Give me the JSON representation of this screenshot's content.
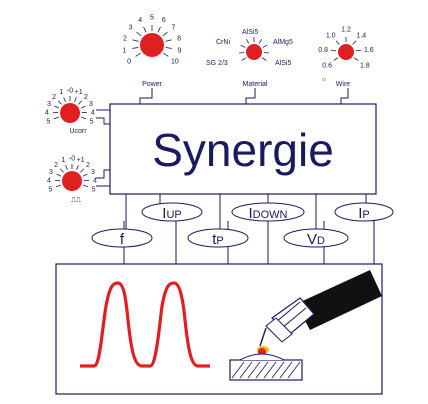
{
  "colors": {
    "ink": "#1a1a60",
    "knob": "#e02020",
    "wave": "#e02020"
  },
  "title": "Synergie",
  "knobs": {
    "power": {
      "ticks": [
        "0",
        "1",
        "2",
        "3",
        "4",
        "5",
        "6",
        "7",
        "8",
        "9",
        "10"
      ],
      "caption": "Power"
    },
    "material": {
      "labels": [
        "CrNi",
        "AlSi5",
        "AlMg5",
        "AlSi5",
        "SG 2/3"
      ],
      "caption": "Material"
    },
    "wire": {
      "ticks": [
        "0.6",
        "0.8",
        "1.0",
        "1.2",
        "1.4",
        "1.6",
        "1.8"
      ],
      "caption": "Wire",
      "symbol": "☼"
    },
    "ucorr": {
      "ticks": [
        "5",
        "4",
        "3",
        "2",
        "1",
        "-0",
        "+1",
        "2",
        "3",
        "4",
        "5"
      ],
      "caption": "Ucorr"
    },
    "pulse": {
      "ticks": [
        "5",
        "4",
        "3",
        "2",
        "1",
        "-0",
        "+1",
        "2",
        "3",
        "4",
        "5"
      ],
      "caption": "⎍⎍"
    }
  },
  "params": [
    {
      "main": "f",
      "sub": ""
    },
    {
      "main": "I",
      "sub": "UP"
    },
    {
      "main": "t",
      "sub": "P"
    },
    {
      "main": "I",
      "sub": "DOWN"
    },
    {
      "main": "V",
      "sub": "D"
    },
    {
      "main": "I",
      "sub": "P"
    }
  ]
}
